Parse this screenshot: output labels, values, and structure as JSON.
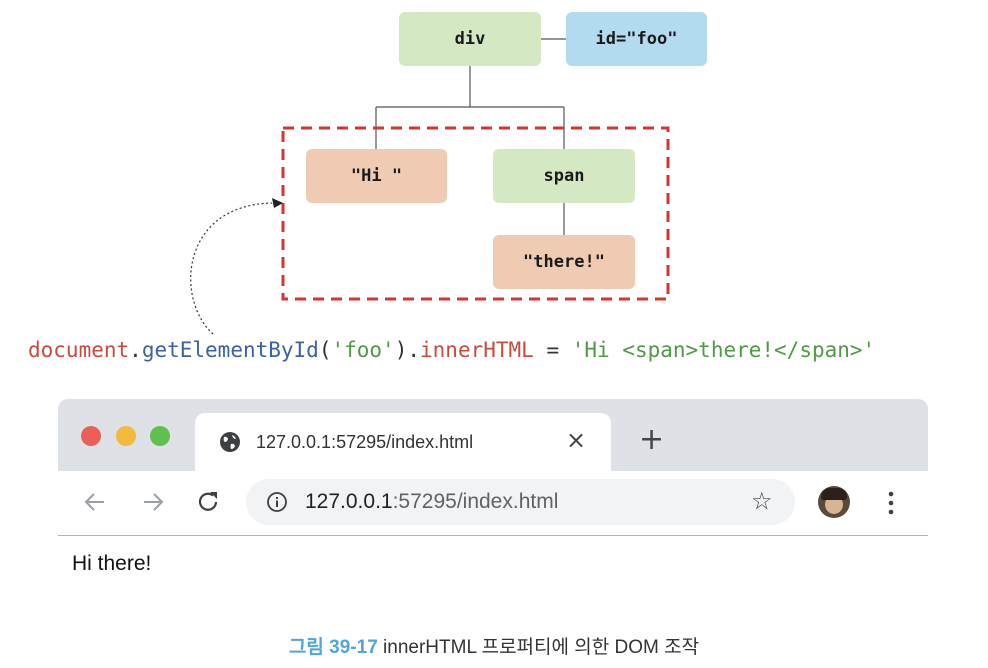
{
  "diagram": {
    "nodes": {
      "div": "div",
      "id_attr": "id=\"foo\"",
      "hi_text": "\"Hi \"",
      "span": "span",
      "there_text": "\"there!\""
    },
    "colors": {
      "element_node": "#d5e8c4",
      "attribute_node": "#b3dbef",
      "text_node": "#f0cbb4",
      "replaced_region_border": "#d9332b"
    }
  },
  "code": {
    "object": "document",
    "dot1": ".",
    "method": "getElementById",
    "paren_open": "(",
    "arg": "'foo'",
    "paren_close": ")",
    "dot2": ".",
    "property": "innerHTML",
    "assign": " = ",
    "value": "'Hi <span>there!</span>'"
  },
  "browser": {
    "tab_title": "127.0.0.1:57295/index.html",
    "tab_close": "×",
    "new_tab": "+",
    "url_host": "127.0.0.1",
    "url_rest": ":57295/index.html",
    "bookmark_star": "☆",
    "page_content": "Hi there!",
    "icons": [
      "globe-icon",
      "back-arrow-icon",
      "forward-arrow-icon",
      "reload-icon",
      "info-icon",
      "star-icon",
      "avatar",
      "menu-dots-icon"
    ]
  },
  "caption": {
    "label": "그림 39-17",
    "text": " innerHTML 프로퍼티에 의한 DOM 조작"
  }
}
